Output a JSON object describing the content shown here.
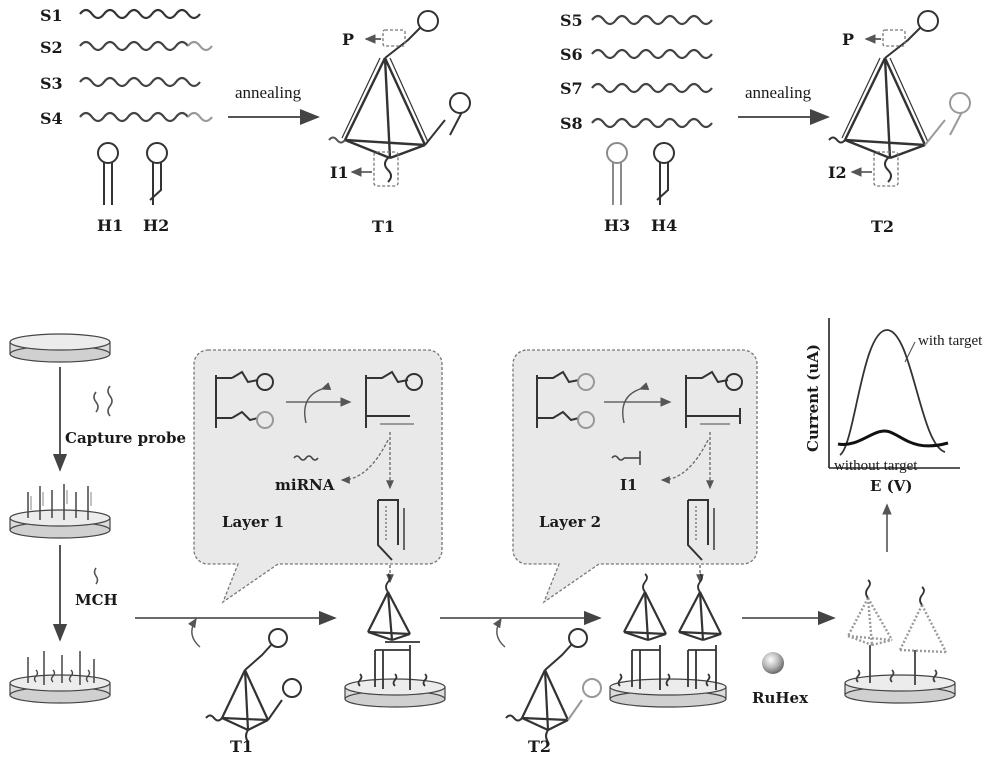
{
  "top_left": {
    "strands": [
      "S1",
      "S2",
      "S3",
      "S4"
    ],
    "hairpins": [
      "H1",
      "H2"
    ],
    "arrow_label": "annealing",
    "product": "T1",
    "pointer_p": "P",
    "pointer_i": "I1"
  },
  "top_right": {
    "strands": [
      "S5",
      "S6",
      "S7",
      "S8"
    ],
    "hairpins": [
      "H3",
      "H4"
    ],
    "arrow_label": "annealing",
    "product": "T2",
    "pointer_p": "P",
    "pointer_i": "I2"
  },
  "bottom": {
    "capture_probe": "Capture probe",
    "mch": "MCH",
    "layer1": {
      "title": "Layer 1",
      "input": "miRNA"
    },
    "layer2": {
      "title": "Layer 2",
      "input": "I1"
    },
    "t1_label": "T1",
    "t2_label": "T2",
    "ruhex": "RuHex"
  },
  "voltammogram": {
    "ylabel": "Current (uA)",
    "xlabel": "E (V)",
    "with_target": "with target",
    "without_target": "without target"
  },
  "colors": {
    "ink": "#2b2b2b",
    "gray": "#8a8a8a",
    "light": "#c8c8c8",
    "bubble": "#e8e8e8"
  }
}
